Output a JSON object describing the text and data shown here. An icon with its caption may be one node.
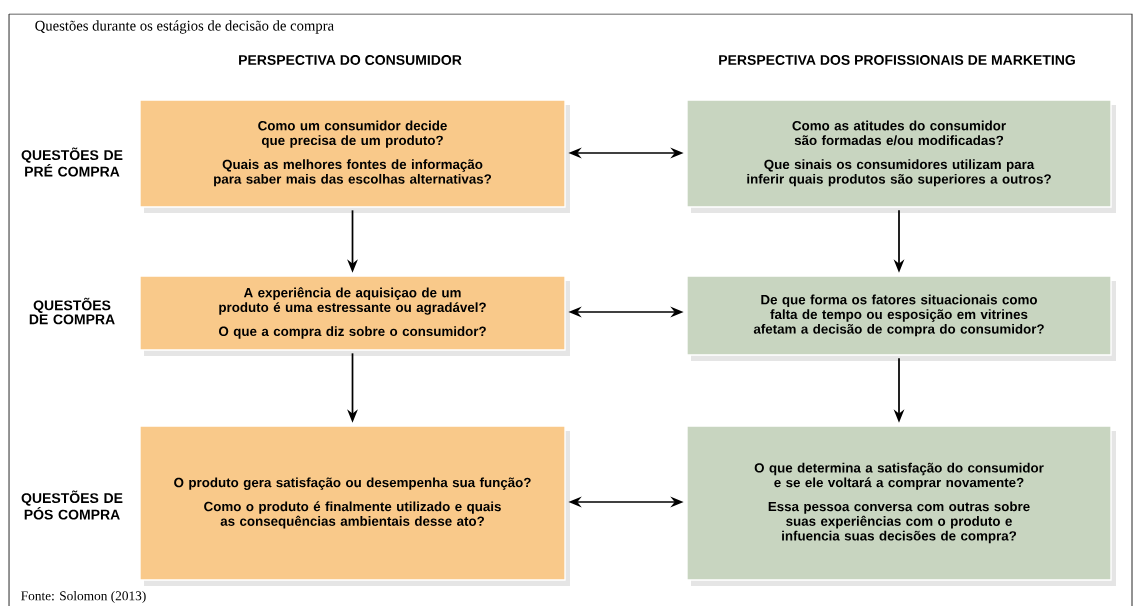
{
  "diagram": {
    "title": "Questões durante  os estágios de decisão de compra",
    "caption": "Fonte: Solomon (2013)",
    "nodes": [
      {
        "text": [
          "Como um consumidor decide que precisa de um produto?",
          "Quais as melhores fontes de informação para saber mais das escolhas alternativas?"
        ]
      },
      {
        "text": [
          "Como as atitudes do consumidor são formadas e/ou modificadas?",
          "Que sinais os consumidores utilizam para inferir quais produtos são superiores a outros?"
        ]
      },
      {
        "text": [
          "A experiência de aquisiçao de um produto é uma estressante ou agradável?",
          "O que a compra diz sobre o consumidor?"
        ]
      },
      {
        "text": [
          "De que forma os fatores situacionais como falta de tempo ou esposição em vitrines afetam a decisão de compra do consumidor?"
        ]
      },
      {
        "text": [
          "O produto gera satisfação ou desempenha sua função?",
          "Como o produto é finalmente utilizado e quais as consequências ambientais desse ato?"
        ]
      },
      {
        "text": [
          "O que determina a satisfação do consumidor e se ele voltará a comprar novamente?",
          "Essa pessoa conversa com outras sobre suas experiências com o produto e infuencia suas decisões de compra?"
        ]
      }
    ],
    "edges": [
      {
        "from": 0,
        "to": 1,
        "arrow": "both"
      },
      {
        "from": 0,
        "to": 2,
        "arrow": "to"
      },
      {
        "from": 1,
        "to": 3,
        "arrow": "to"
      },
      {
        "from": 2,
        "to": 3,
        "arrow": "both"
      },
      {
        "from": 2,
        "to": 4,
        "arrow": "to"
      },
      {
        "from": 3,
        "to": 5,
        "arrow": "to"
      },
      {
        "from": 4,
        "to": 5,
        "arrow": "both"
      }
    ],
    "labels": [
      "PERSPECTIVA DO CONSUMIDOR",
      "PERSPECTIVA DOS PROFISSIONAIS DE MARKETING",
      "QUESTÕES DE PRÉ COMPRA",
      "QUESTÕES DE COMPRA",
      "QUESTÕES DE PÓS COMPRA"
    ]
  }
}
